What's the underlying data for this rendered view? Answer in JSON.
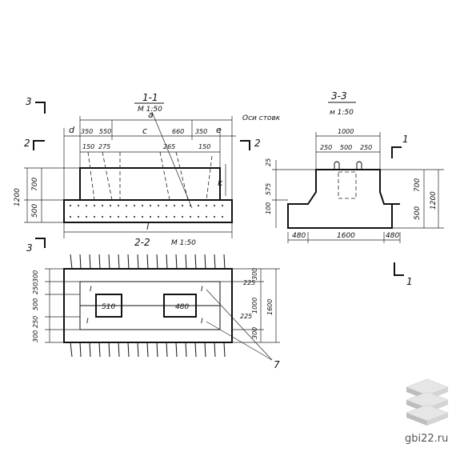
{
  "section_1": {
    "title": "1-1",
    "scale": "М 1:50",
    "axes_label": "Оси стовк",
    "dims_top": {
      "a": "a",
      "c": "c",
      "d": "d",
      "e": "e",
      "l": "l",
      "k": "k"
    },
    "dims_numbers": {
      "d350": "350",
      "d550": "550",
      "d660": "660",
      "d350b": "350",
      "d150": "150",
      "d275": "275",
      "d265": "265",
      "d150b": "150"
    },
    "heights": {
      "h1200": "1200",
      "h700": "700",
      "h500": "500"
    },
    "cut_marks": {
      "left2": "2",
      "right2": "2",
      "left3a": "3",
      "left3b": "3"
    }
  },
  "section_3": {
    "title": "3-3",
    "scale": "м 1:50",
    "dims": {
      "w1000": "1000",
      "w250a": "250",
      "w500": "500",
      "w250b": "250",
      "w480a": "480",
      "w1600": "1600",
      "w480b": "480"
    },
    "heights": {
      "h25": "25",
      "h575": "575",
      "h100": "100",
      "h700": "700",
      "h500": "500",
      "h1200": "1200"
    },
    "cut_marks": {
      "top1": "1",
      "bot1": "1"
    }
  },
  "section_2": {
    "title": "2-2",
    "scale": "М 1:50",
    "left_dims": [
      "300",
      "250",
      "500",
      "250",
      "300"
    ],
    "left_dims_bottom": [
      "300",
      "250",
      "300"
    ],
    "right_dims": {
      "d300a": "300",
      "d225a": "225",
      "d1000": "1000",
      "d1600": "1600",
      "d225b": "225",
      "d300b": "300"
    },
    "boxes": {
      "b510": "510",
      "b480": "480"
    },
    "marks": {
      "i1": "I",
      "i2": "I",
      "i3": "I",
      "i4": "I"
    },
    "callout": "7"
  },
  "watermark": {
    "text": "gbi22.ru"
  }
}
